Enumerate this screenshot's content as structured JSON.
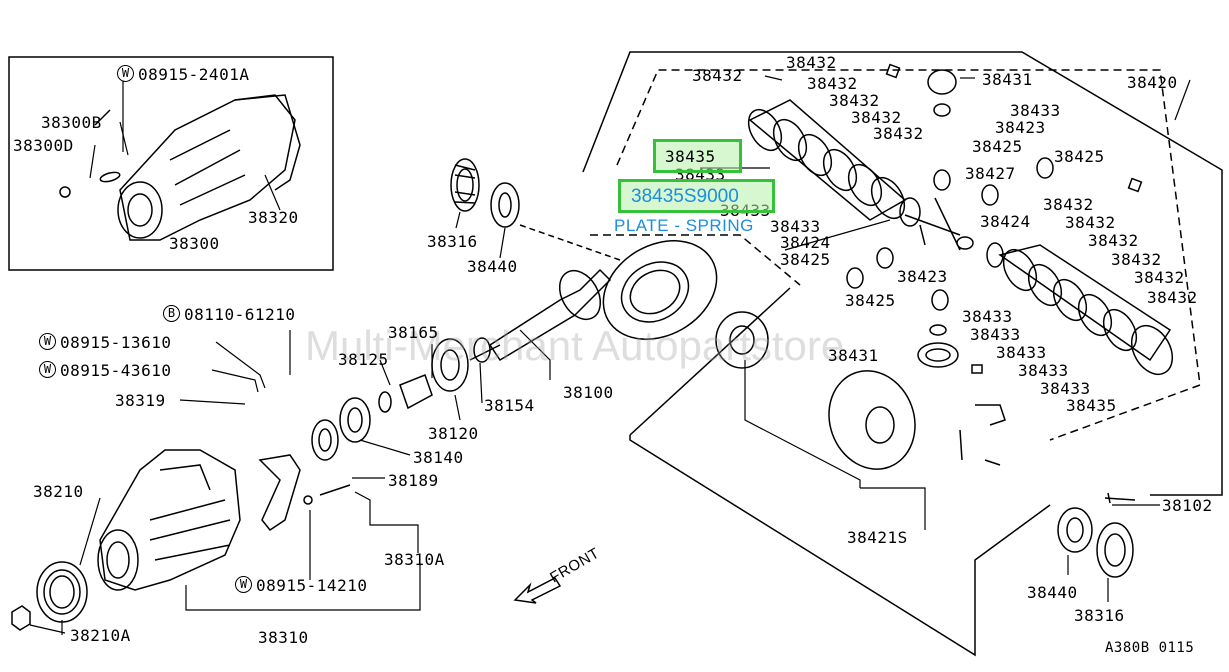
{
  "labels": {
    "p08915_2401A": "08915-2401A",
    "p38300B": "38300B",
    "p38300D": "38300D",
    "p38320": "38320",
    "p38300": "38300",
    "p38316a": "38316",
    "p38440a": "38440",
    "p08110_61210": "08110-61210",
    "p08915_13610": "08915-13610",
    "p08915_43610": "08915-43610",
    "p38319": "38319",
    "p38165": "38165",
    "p38125": "38125",
    "p38154": "38154",
    "p38100": "38100",
    "p38120": "38120",
    "p38140": "38140",
    "p38189": "38189",
    "p38210": "38210",
    "p38310A": "38310A",
    "p08915_14210": "08915-14210",
    "p38210A": "38210A",
    "p38310": "38310",
    "front": "FRONT",
    "p38432a": "38432",
    "p38432b": "38432",
    "p38432c": "38432",
    "p38432d": "38432",
    "p38432e": "38432",
    "p38432f": "38432",
    "p38431a": "38431",
    "p38420": "38420",
    "p38433a": "38433",
    "p38423a": "38423",
    "p38425a": "38425",
    "p38425b": "38425",
    "p38427": "38427",
    "p38433b": "38433",
    "p38433c": "38433",
    "p38433d": "38433",
    "p38424a": "38424",
    "p38425c": "38425",
    "p38423b": "38423",
    "p38425d": "38425",
    "p38431b": "38431",
    "p38424b": "38424",
    "p38432g": "38432",
    "p38432h": "38432",
    "p38432i": "38432",
    "p38432j": "38432",
    "p38432k": "38432",
    "p38432l": "38432",
    "p38433e": "38433",
    "p38433f": "38433",
    "p38433g": "38433",
    "p38433h": "38433",
    "p38433i": "38433",
    "p38435b": "38435",
    "p38421S": "38421S",
    "p38102": "38102",
    "p38440b": "38440",
    "p38316b": "38316",
    "figure_code": "A380B 0115"
  },
  "circled": {
    "w": "W",
    "b": "B"
  },
  "highlight": {
    "part_main": "38435",
    "part_selected": "38435S9000",
    "description": "PLATE - SPRING"
  },
  "watermark": "Multi-Merchant Autopartstore"
}
